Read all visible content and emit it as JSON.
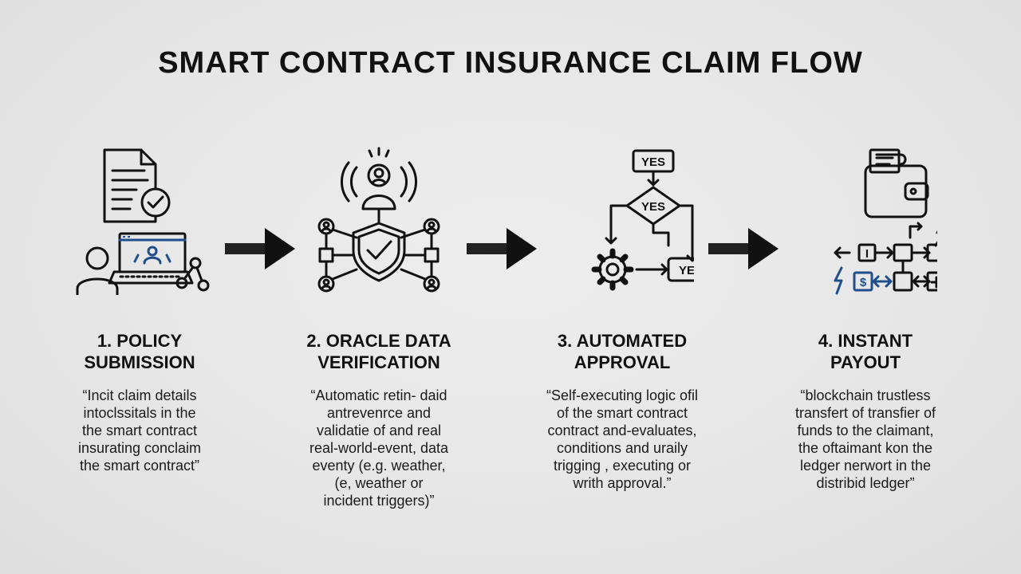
{
  "title": "SMART CONTRACT INSURANCE CLAIM FLOW",
  "icons": {
    "step1": "document-checkmark-and-user-at-laptop-icon",
    "step2": "broadcast-oracle-with-shield-network-icon",
    "step3": "decision-flowchart-with-gear-icon",
    "step4": "wallet-with-blockchain-blocks-icon",
    "arrow": "right-arrow-icon"
  },
  "colors": {
    "ink": "#111111",
    "accent": "#1f4e8c",
    "background": "#e6e6e6"
  },
  "steps": [
    {
      "title_lines": [
        "1. POLICY",
        "SUBMISSION"
      ],
      "desc_lines": [
        "“Incit claim details",
        "intoclssitals in the",
        "the smart contract",
        "insurating conclaim",
        "the smart contract”"
      ]
    },
    {
      "title_lines": [
        "2. ORACLE DATA",
        "VERIFICATION"
      ],
      "desc_lines": [
        "“Automatic retin- daid",
        "antrevenrce and",
        "validatie of and real",
        "real-world-event, data",
        "eventy (e.g. weather,",
        "(e, weather or",
        "incident triggers)”"
      ]
    },
    {
      "title_lines": [
        "3. AUTOMATED",
        "APPROVAL"
      ],
      "desc_lines": [
        "“Self-executing logic ofil",
        "of the smart contract",
        "contract and-evaluates,",
        "conditions and uraily",
        "trigging , executing or",
        "writh approval.”"
      ],
      "flow_labels": [
        "YES",
        "YES",
        "YES"
      ]
    },
    {
      "title_lines": [
        "4. INSTANT",
        "PAYOUT"
      ],
      "desc_lines": [
        "“blockchain trustless",
        "transfert of transfier of",
        "funds to the claimant,",
        "the oftaimant kon the",
        "ledger nerwort in the",
        "distribid ledger”"
      ],
      "block_symbols": [
        "I",
        "$"
      ]
    }
  ]
}
